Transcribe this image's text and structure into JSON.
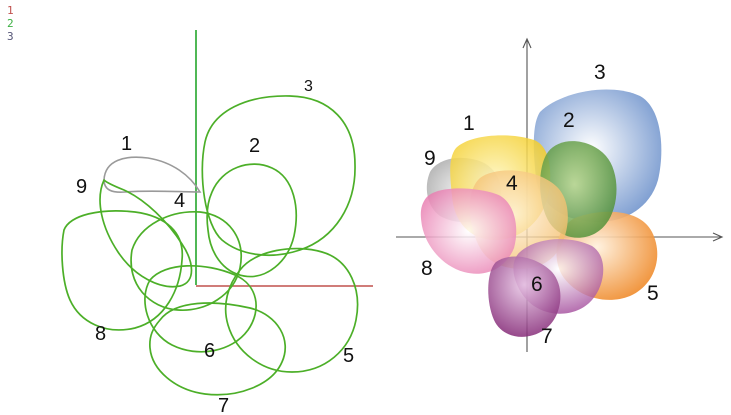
{
  "legend": [
    {
      "label": "1",
      "color": "#c0504d"
    },
    {
      "label": "2",
      "color": "#3cb043"
    },
    {
      "label": "3",
      "color": "#555577"
    }
  ],
  "left_diagram": {
    "outline_color": "#4caf28",
    "region_1_color": "#9a9a9a",
    "axis_vertical_color": "#3cb043",
    "axis_horizontal_color": "#c0504d",
    "labels": [
      "1",
      "2",
      "3",
      "4",
      "5",
      "6",
      "7",
      "8",
      "9"
    ]
  },
  "right_diagram": {
    "labels": [
      "1",
      "2",
      "3",
      "4",
      "5",
      "6",
      "7",
      "8",
      "9"
    ],
    "region_colors": {
      "1": "#f4d03f",
      "2": "#5f9e40",
      "3": "#7d9fd1",
      "4": "#f6c26b",
      "5": "#f39a4a",
      "6": "#c77bc7",
      "7": "#8e2a7f",
      "8": "#e882b4",
      "9": "#b0b0b0"
    }
  }
}
